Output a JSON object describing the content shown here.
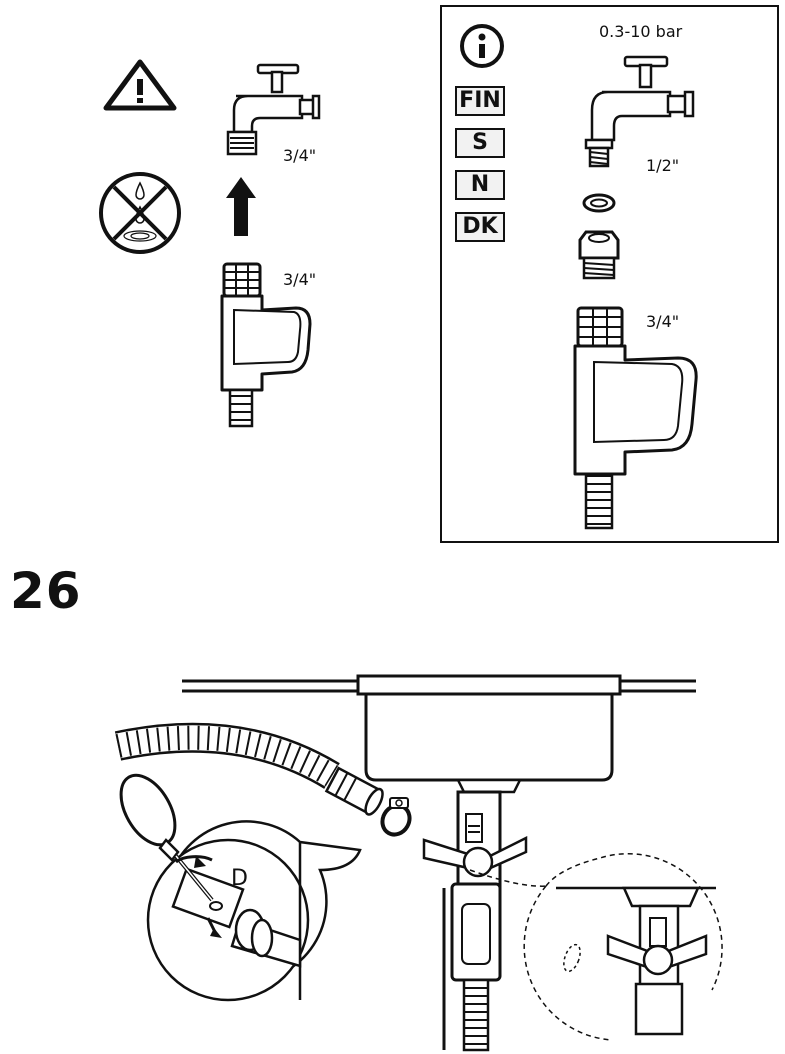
{
  "warning_panel": {
    "icon": "warning-triangle-icon",
    "tap_thread_size": "3/4\"",
    "hose_connector_size": "3/4\"",
    "no_water_icon": "no-water-icon",
    "arrow_icon": "arrow-up-icon"
  },
  "info_panel": {
    "icon": "info-icon",
    "pressure": "0.3-10 bar",
    "country_codes": [
      "FIN",
      "S",
      "N",
      "DK"
    ],
    "tap_thread_size": "1/2\"",
    "hose_connector_size": "3/4\""
  },
  "step": {
    "number": "26",
    "detail_label": "D"
  }
}
